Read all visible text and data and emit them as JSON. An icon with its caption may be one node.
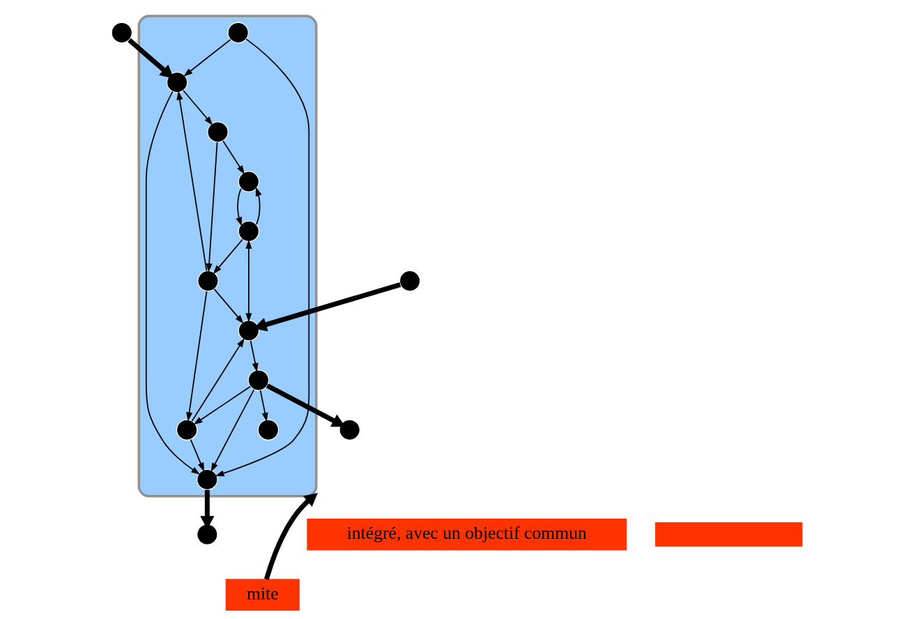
{
  "diagram": {
    "nodes": [
      {
        "text": [],
        "shape": "circle"
      },
      {
        "text": [
          "intégré, avec un objectif commun"
        ]
      },
      {
        "text": [],
        "shape": "circle"
      },
      {
        "text": [],
        "shape": "ellipse"
      },
      {
        "text": [],
        "shape": "circle",
        "in": 3
      },
      {
        "text": [],
        "shape": "circle",
        "in": 3
      },
      {
        "text": [],
        "shape": "circle",
        "in": 3
      },
      {
        "text": [],
        "shape": "circle",
        "in": 3
      },
      {
        "text": [],
        "shape": "circle",
        "in": 3
      },
      {
        "text": [],
        "shape": "circle",
        "in": 3
      },
      {
        "text": [],
        "shape": "circle",
        "in": 3
      },
      {
        "text": [],
        "shape": "circle",
        "in": 3
      },
      {
        "text": [],
        "shape": "circle",
        "in": 3
      },
      {
        "text": [],
        "shape": "circle",
        "in": 3
      },
      {
        "text": [],
        "shape": "circle",
        "in": 3
      },
      {
        "text": [],
        "shape": "circle"
      },
      {
        "text": [],
        "shape": "circle"
      },
      {
        "text": [
          "mite"
        ]
      },
      {
        "text": [],
        "shape": "box"
      }
    ],
    "edges": [
      {
        "from": 0,
        "to": 4,
        "arrow": "to",
        "style": "thick"
      },
      {
        "from": 4,
        "to": 5,
        "arrow": "to"
      },
      {
        "from": 5,
        "to": 2,
        "arrow": "to",
        "style": "thick"
      },
      {
        "from": 4,
        "to": 6,
        "arrow": "to"
      },
      {
        "from": 9,
        "to": 4,
        "arrow": "to"
      },
      {
        "from": 7,
        "to": 4,
        "arrow": "to"
      },
      {
        "from": 7,
        "to": 5,
        "arrow": "to"
      },
      {
        "from": 11,
        "to": 5,
        "arrow": "to"
      },
      {
        "from": 10,
        "to": 5,
        "arrow": "to"
      },
      {
        "from": 6,
        "to": 9,
        "arrow": "to"
      },
      {
        "from": 6,
        "to": 8,
        "arrow": "to"
      },
      {
        "from": 12,
        "to": 8,
        "arrow": "to"
      },
      {
        "from": 12,
        "to": 9,
        "arrow": "to"
      },
      {
        "from": 8,
        "to": 12,
        "arrow": "to"
      },
      {
        "from": 9,
        "to": 11,
        "arrow": "to"
      },
      {
        "from": 9,
        "to": 14,
        "arrow": "to"
      },
      {
        "from": 12,
        "to": 14,
        "arrow": "both"
      },
      {
        "from": 10,
        "to": 11,
        "arrow": "to"
      },
      {
        "from": 10,
        "to": 13,
        "arrow": "to"
      },
      {
        "from": 10,
        "to": 15,
        "arrow": "to",
        "style": "thick"
      },
      {
        "from": 14,
        "to": 10,
        "arrow": "to"
      },
      {
        "from": 11,
        "to": 14,
        "arrow": "to"
      },
      {
        "from": 16,
        "to": 14,
        "arrow": "to",
        "style": "thick"
      },
      {
        "from": 17,
        "to": 3,
        "arrow": "to",
        "style": "thick"
      }
    ]
  }
}
